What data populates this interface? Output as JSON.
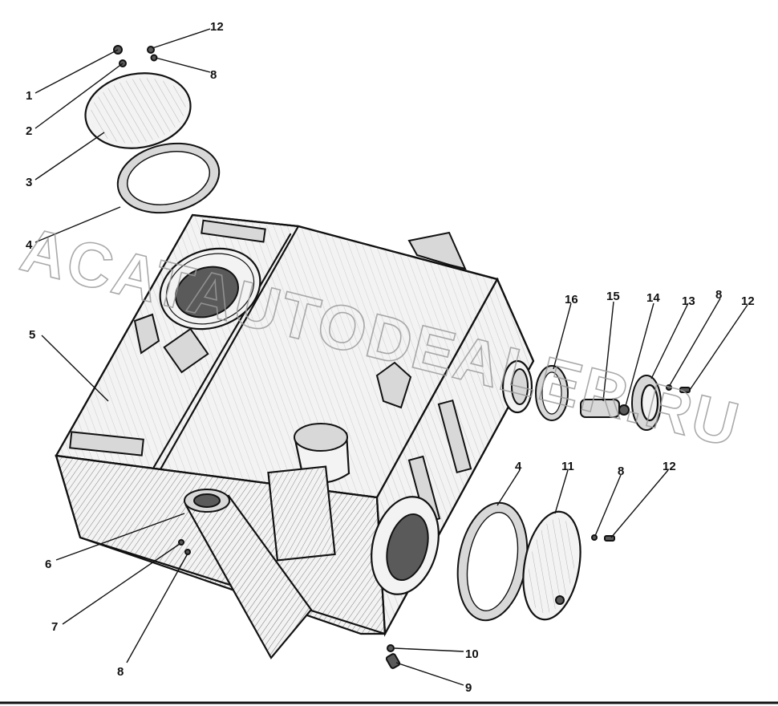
{
  "watermark": "ACATAUTODEALER.RU",
  "colors": {
    "ink": "#111111",
    "paper": "#ffffff",
    "watermark": "#9b9b9b"
  },
  "callouts": [
    {
      "id": "c1",
      "text": "1"
    },
    {
      "id": "c2",
      "text": "2"
    },
    {
      "id": "c3",
      "text": "3"
    },
    {
      "id": "c4a",
      "text": "4"
    },
    {
      "id": "c5",
      "text": "5"
    },
    {
      "id": "c6",
      "text": "6"
    },
    {
      "id": "c7",
      "text": "7"
    },
    {
      "id": "c8a",
      "text": "8"
    },
    {
      "id": "c8b",
      "text": "8"
    },
    {
      "id": "c8c",
      "text": "8"
    },
    {
      "id": "c8d",
      "text": "8"
    },
    {
      "id": "c9",
      "text": "9"
    },
    {
      "id": "c10",
      "text": "10"
    },
    {
      "id": "c11",
      "text": "11"
    },
    {
      "id": "c12a",
      "text": "12"
    },
    {
      "id": "c12b",
      "text": "12"
    },
    {
      "id": "c12c",
      "text": "12"
    },
    {
      "id": "c13",
      "text": "13"
    },
    {
      "id": "c14",
      "text": "14"
    },
    {
      "id": "c15",
      "text": "15"
    },
    {
      "id": "c16",
      "text": "16"
    },
    {
      "id": "c4b",
      "text": "4"
    }
  ]
}
